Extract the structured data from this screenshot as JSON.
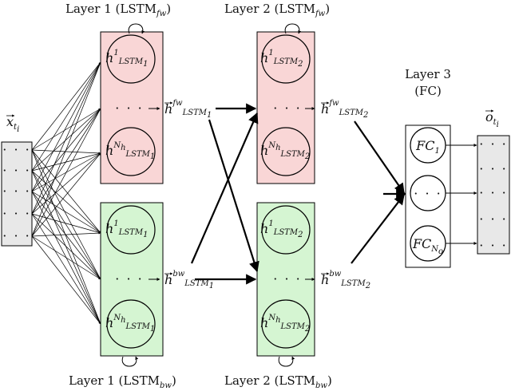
{
  "titles": {
    "layer1_fw": "Layer 1 (LSTM",
    "layer1_fw_sub": "fw",
    "layer2_fw": "Layer 2 (LSTM",
    "layer2_fw_sub": "fw",
    "layer1_bw": "Layer 1 (LSTM",
    "layer1_bw_sub": "bw",
    "layer2_bw": "Layer 2 (LSTM",
    "layer2_bw_sub": "bw",
    "close_paren": ")",
    "layer3_line1": "Layer 3",
    "layer3_line2": "(FC)"
  },
  "input": {
    "symbol": "x",
    "sub": "t",
    "subsub": "i",
    "dots": "· · ·"
  },
  "output": {
    "symbol": "o",
    "sub": "t",
    "subsub": "i",
    "dots": "· · ·"
  },
  "cells": {
    "h": "h",
    "first_sup": "1",
    "last_sup": "N",
    "last_sup_sub": "h",
    "lstm": "LSTM",
    "layer1_index": "1",
    "layer2_index": "2",
    "mid_dots": "· · ·"
  },
  "hidden_out": {
    "h": "h",
    "fw": "fw",
    "bw": "bw",
    "lstm": "LSTM"
  },
  "fc": {
    "name": "FC",
    "first_sub": "1",
    "last_sub": "N",
    "last_subsub": "o",
    "mid_dots": "· · ·"
  },
  "colors": {
    "fw_fill": "#f9d6d6",
    "bw_fill": "#d5f5d2",
    "vector_fill": "#e8e8e8"
  }
}
